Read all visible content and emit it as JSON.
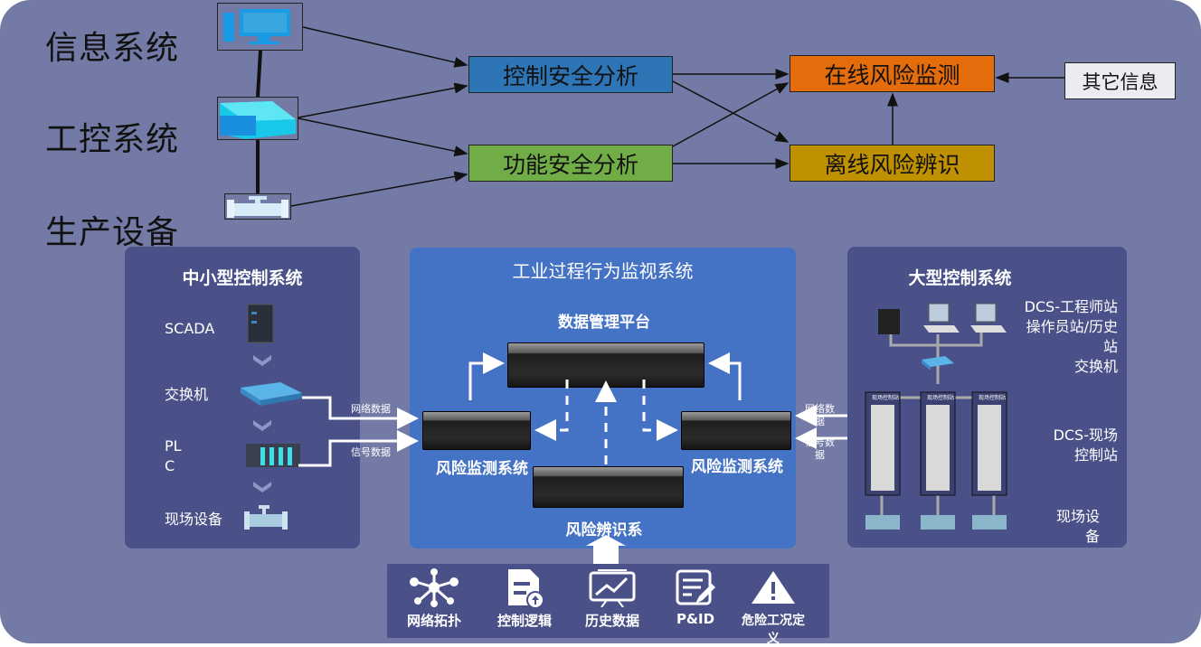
{
  "layers": [
    "信息系统",
    "工控系统",
    "生产设备"
  ],
  "analysis": {
    "control_safety": "控制安全分析",
    "functional_safety": "功能安全分析",
    "online_monitor": "在线风险监测",
    "offline_identify": "离线风险辨识",
    "other_info": "其它信息"
  },
  "colors": {
    "control_safety": "#2e75b6",
    "functional_safety": "#70ad47",
    "online_monitor": "#e46c0a",
    "offline_identify": "#bf9000",
    "side_panel": "#4a5189",
    "center_panel": "#4472c4"
  },
  "left_panel": {
    "title": "中小型控制系统",
    "items": [
      "SCADA",
      "交换机",
      "PL\nC",
      "现场设备"
    ]
  },
  "center_panel": {
    "title": "工业过程行为监视系统",
    "platform": "数据管理平台",
    "monitor_left": "风险监测系统",
    "monitor_right": "风险监测系统",
    "identify": "风险辨识系",
    "left_net": "网络数据",
    "left_sig": "信号数据",
    "right_net": "网络数\n据",
    "right_sig": "信号数\n据"
  },
  "right_panel": {
    "title": "大型控制系统",
    "stations": "DCS-工程师站\n操作员站/历史\n站",
    "switch": "交换机",
    "field_station": "DCS-现场\n控制站",
    "field_device": "现场设\n备",
    "station_tag": "现场控制站"
  },
  "tools": [
    {
      "label": "网络拓扑",
      "icon": "network-topology-icon"
    },
    {
      "label": "控制逻辑",
      "icon": "control-logic-icon"
    },
    {
      "label": "历史数据",
      "icon": "history-chart-icon"
    },
    {
      "label": "P&ID",
      "icon": "pid-edit-icon"
    },
    {
      "label": "危险工况定义",
      "icon": "warning-icon"
    }
  ]
}
